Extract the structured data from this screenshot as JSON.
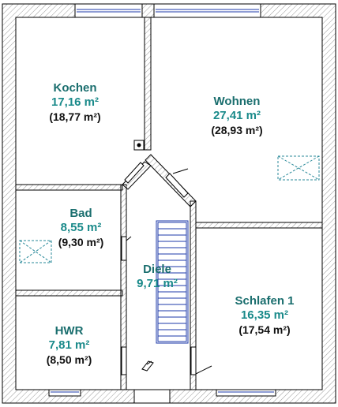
{
  "colors": {
    "wall_stroke": "#000000",
    "wall_hatch": "#9a9a9a",
    "room_text": "#1a6e6e",
    "area_text": "#1a8a8a",
    "gross_text": "#111111",
    "window_blue": "#1e3aa8",
    "dashed_cyan": "#2a8a9a"
  },
  "rooms": [
    {
      "id": "kochen",
      "name": "Kochen",
      "area": "17,16 m²",
      "gross": "(18,77 m²)"
    },
    {
      "id": "wohnen",
      "name": "Wohnen",
      "area": "27,41 m²",
      "gross": "(28,93 m²)"
    },
    {
      "id": "bad",
      "name": "Bad",
      "area": "8,55 m²",
      "gross": "(9,30 m²)"
    },
    {
      "id": "diele",
      "name": "Diele",
      "area": "9,71 m²",
      "gross": ""
    },
    {
      "id": "schlafen",
      "name": "Schlafen 1",
      "area": "16,35 m²",
      "gross": "(17,54 m²)"
    },
    {
      "id": "hwr",
      "name": "HWR",
      "area": "7,81 m²",
      "gross": "(8,50 m²)"
    }
  ],
  "icons": [
    "staircase-icon",
    "ceiling-hatch-icon",
    "door-swing-icon",
    "chimney-icon",
    "window-icon"
  ]
}
